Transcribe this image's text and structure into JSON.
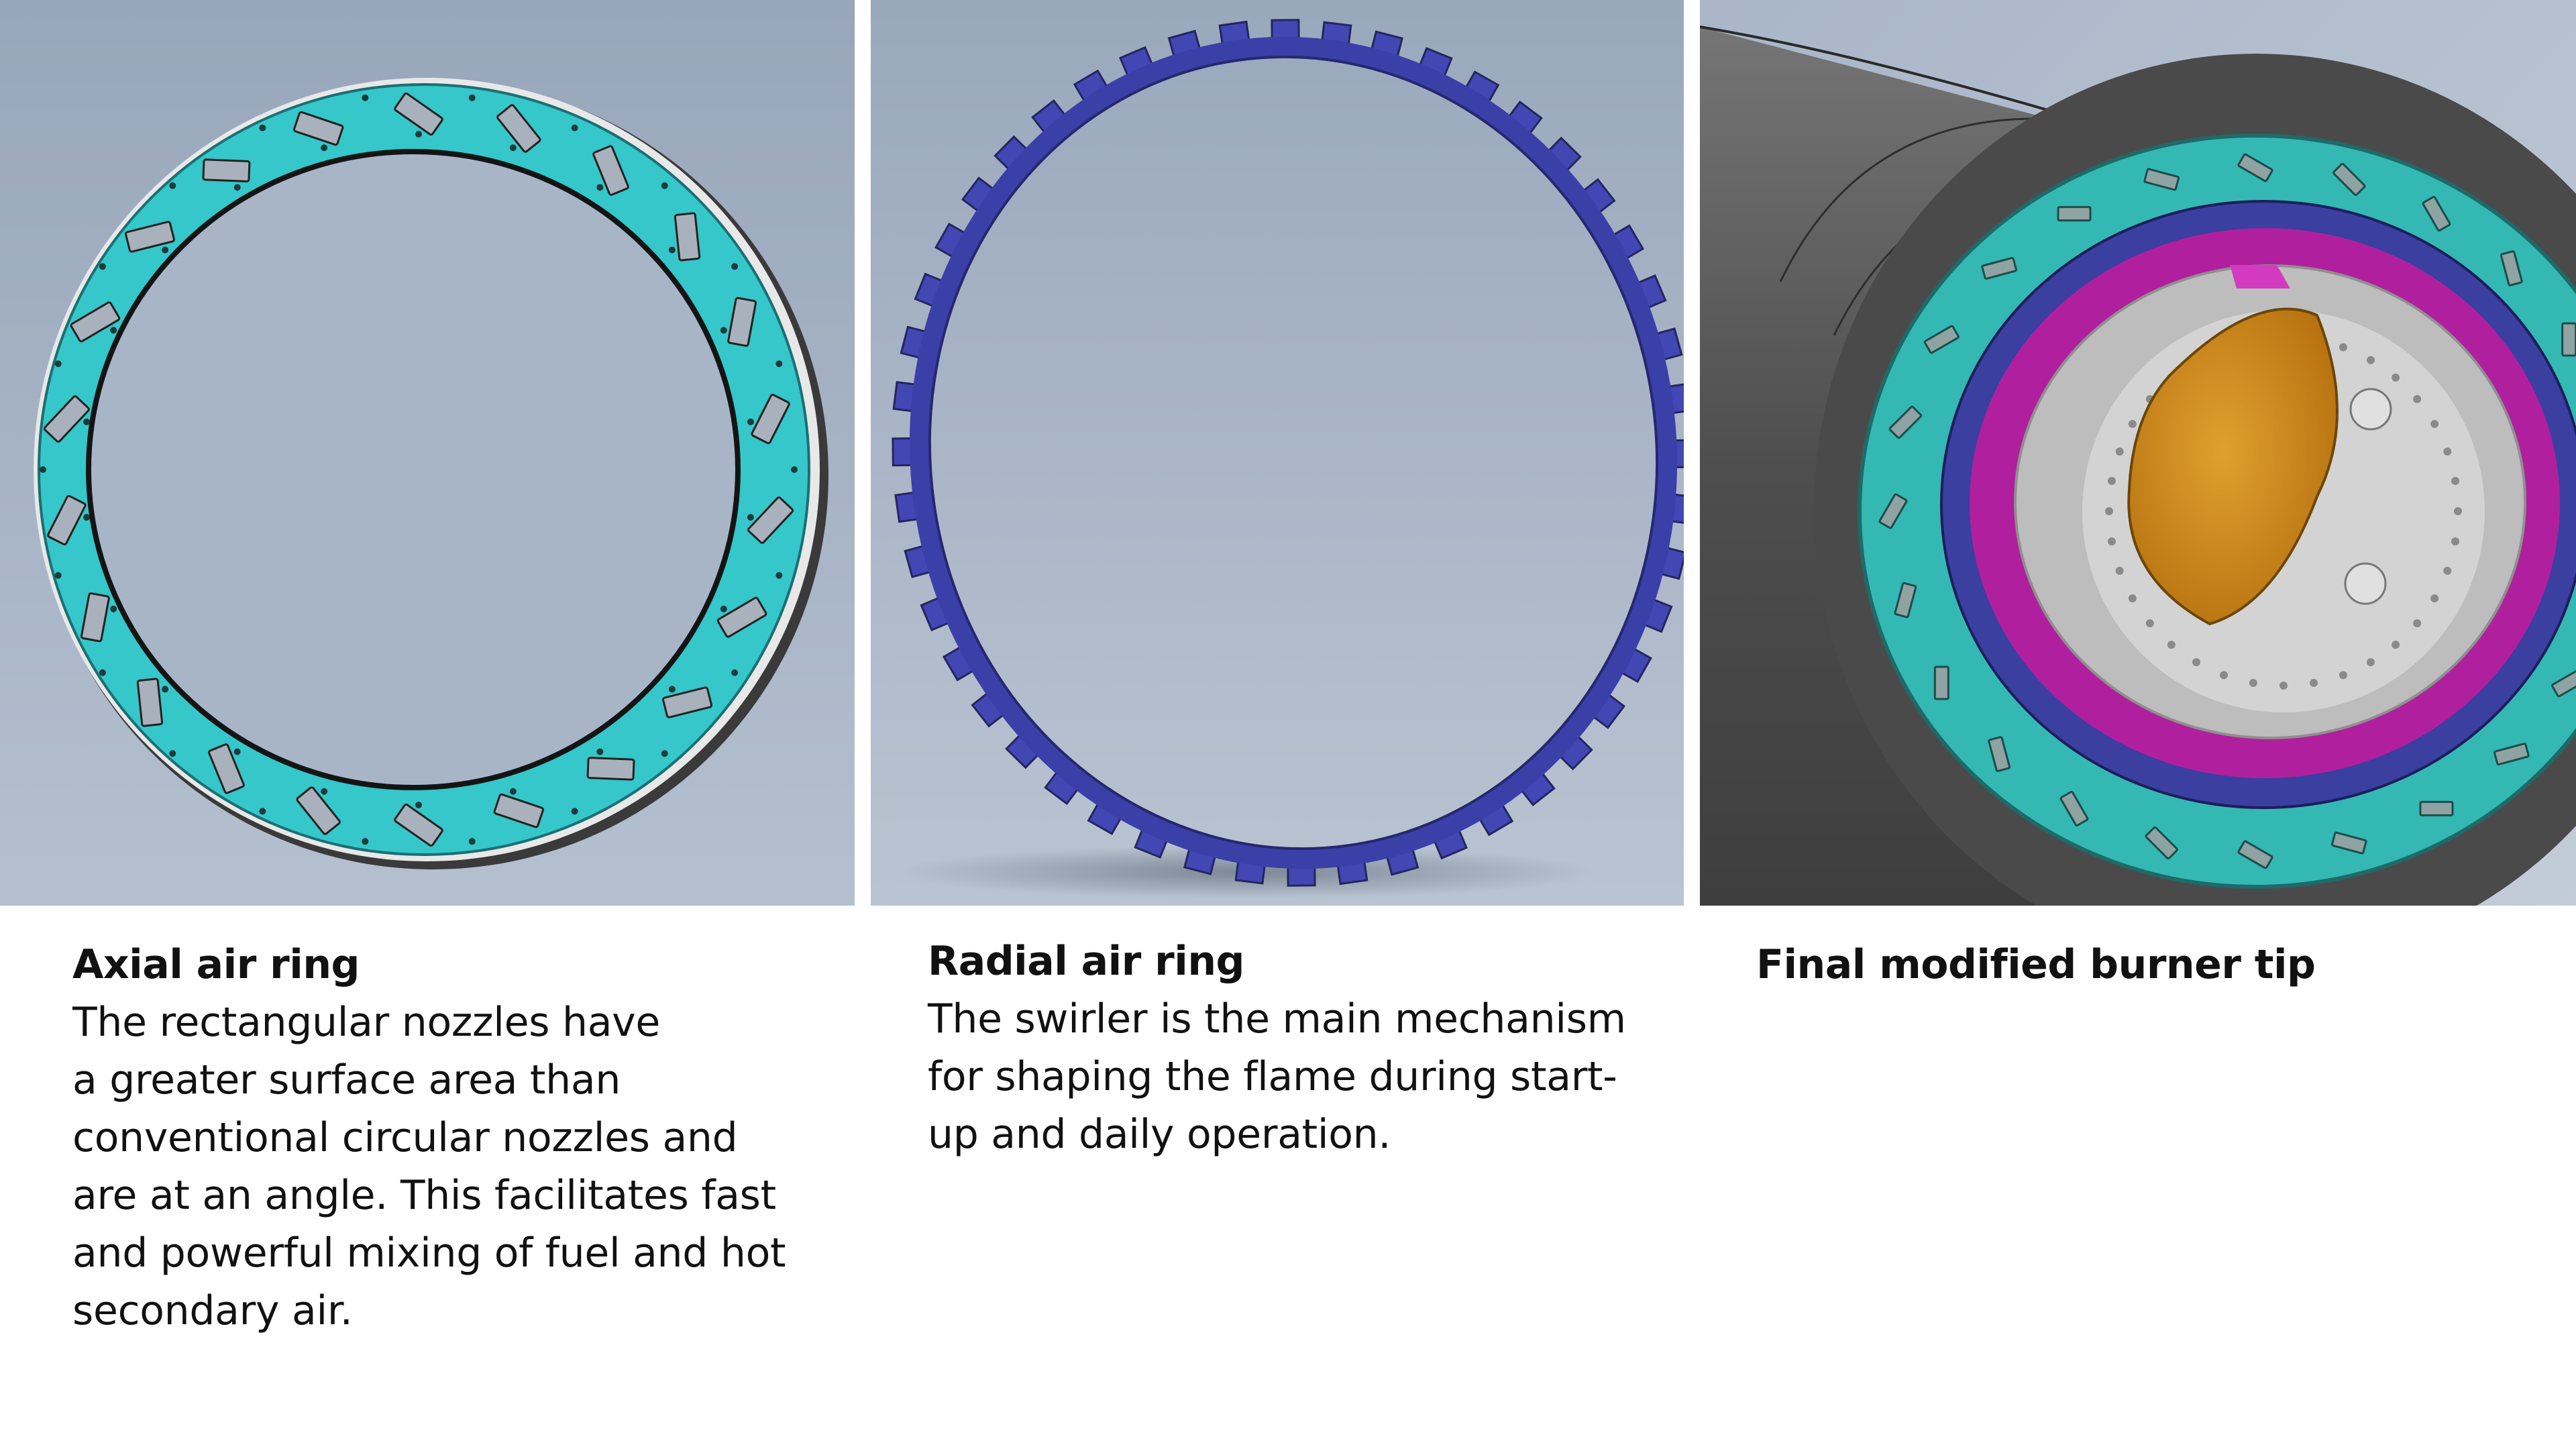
{
  "panels": [
    {
      "title": "Axial air ring",
      "body": [
        "The rectangular nozzles have",
        "a greater surface area than",
        "conventional circular nozzles and",
        "are at an angle. This facilitates fast",
        "and powerful mixing of fuel and hot",
        "secondary air."
      ],
      "ring_color": "#35c7c9"
    },
    {
      "title": "Radial air ring",
      "body": [
        "The swirler is the main mechanism",
        "for shaping the flame during start-",
        "up and daily operation."
      ],
      "ring_color": "#3b3fa8"
    },
    {
      "title": "Final modified burner tip",
      "body": [],
      "colors": {
        "outer_pipe": "#5a5a5a",
        "teal_ring": "#34b8b4",
        "magenta_ring": "#b0209e",
        "core": "#d08a1a"
      }
    }
  ],
  "background_color": "#a5b3c6"
}
